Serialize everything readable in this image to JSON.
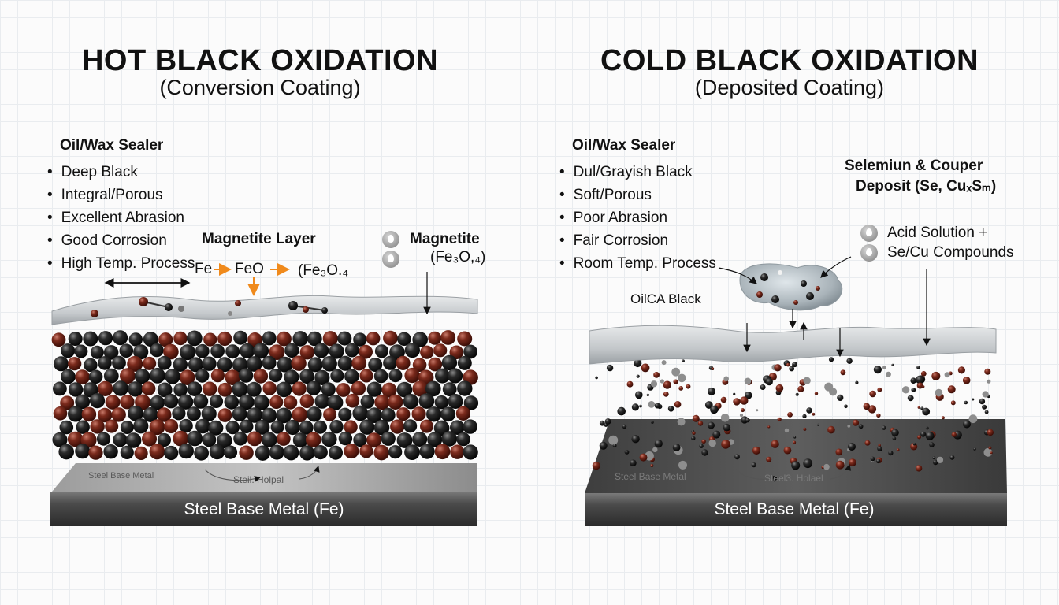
{
  "hot": {
    "title": "HOT BLACK OXIDATION",
    "subtitle": "(Conversion Coating)",
    "sealer_heading": "Oil/Wax Sealer",
    "properties": [
      "Deep Black",
      "Integral/Porous",
      "Excellent Abrasion",
      "Good Corrosion",
      "High Temp. Process"
    ],
    "magnetite_layer_label": "Magnetite Layer",
    "reaction": {
      "fe": "Fe",
      "feo": "FeO",
      "fe3o4": "(Fe₃O.₄"
    },
    "magnetite_label": "Magnetite",
    "magnetite_formula": "(Fe₃O,₄)",
    "faint_base_label": "Steel Base Metal",
    "faint_layer_label": "Steil. Holpal",
    "base_label": "Steel Base Metal (Fe)"
  },
  "cold": {
    "title": "COLD BLACK OXIDATION",
    "subtitle": "(Deposited Coating)",
    "sealer_heading": "Oil/Wax Sealer",
    "properties": [
      "Dul/Grayish Black",
      "Soft/Porous",
      "Poor Abrasion",
      "Fair Corrosion",
      "Room Temp. Process"
    ],
    "deposit_line1": "Selemiun & Couper",
    "deposit_line2": "Deposit (Se, CuₓSₘ)",
    "acid_solution": "Acid Solution +",
    "compounds": "Se/Cu Compounds",
    "oilca_label": "OilCA Black",
    "faint_base_label": "Steel Base Metal",
    "faint_layer_label": "Steel3. Holael",
    "base_label": "Steel Base Metal (Fe)"
  },
  "colors": {
    "ink": "#111111",
    "arrow_orange": "#f08a1c",
    "sphere_black": "#1c1c1c",
    "sphere_red": "#6e2418",
    "sealer_gray": "#cfd3d6",
    "steel_dark": "#4a4a4a"
  }
}
